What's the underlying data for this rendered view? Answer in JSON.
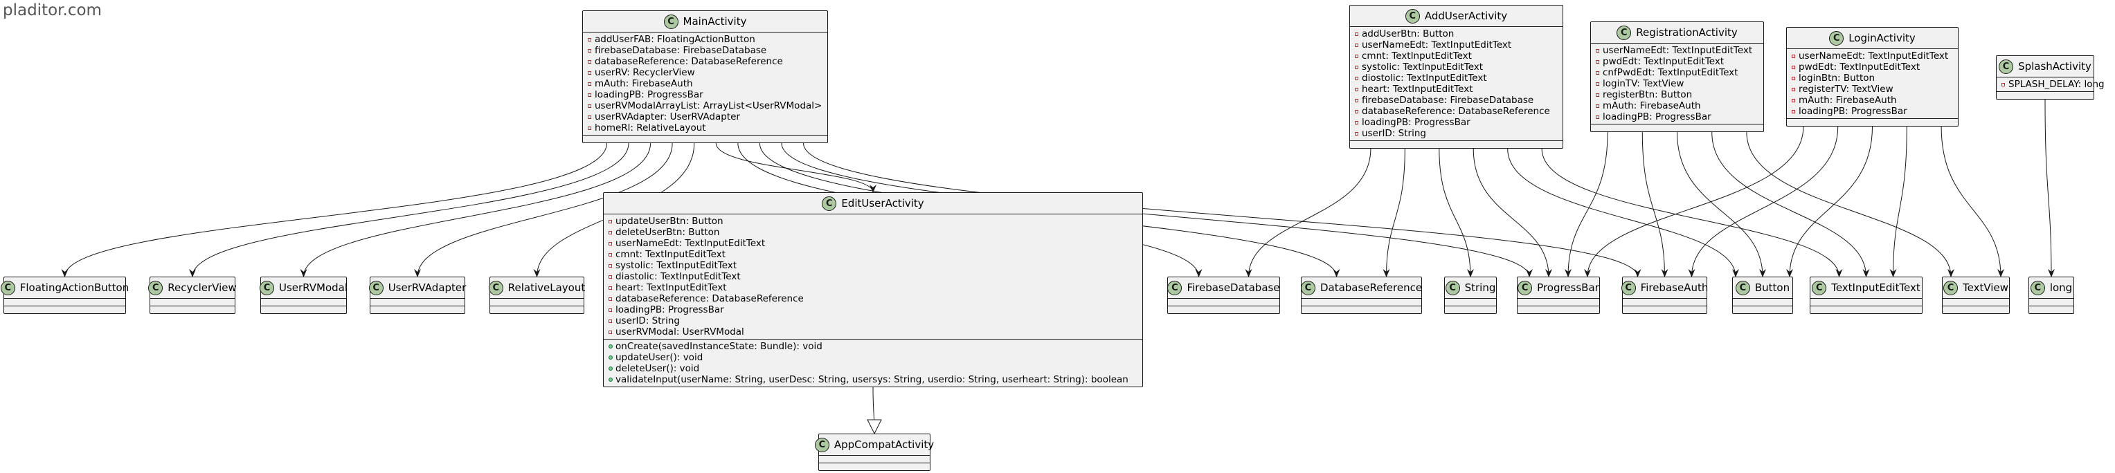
{
  "watermark": "pladitor.com",
  "classes": [
    {
      "id": "MainActivity",
      "name": "MainActivity",
      "attributes": [
        {
          "vis": "-",
          "text": "addUserFAB: FloatingActionButton"
        },
        {
          "vis": "-",
          "text": "firebaseDatabase: FirebaseDatabase"
        },
        {
          "vis": "-",
          "text": "databaseReference: DatabaseReference"
        },
        {
          "vis": "-",
          "text": "userRV: RecyclerView"
        },
        {
          "vis": "-",
          "text": "mAuth: FirebaseAuth"
        },
        {
          "vis": "-",
          "text": "loadingPB: ProgressBar"
        },
        {
          "vis": "-",
          "text": "userRVModalArrayList: ArrayList<UserRVModal>"
        },
        {
          "vis": "-",
          "text": "userRVAdapter: UserRVAdapter"
        },
        {
          "vis": "-",
          "text": "homeRl: RelativeLayout"
        }
      ],
      "methods": []
    },
    {
      "id": "AddUserActivity",
      "name": "AddUserActivity",
      "attributes": [
        {
          "vis": "-",
          "text": "addUserBtn: Button"
        },
        {
          "vis": "-",
          "text": "userNameEdt: TextInputEditText"
        },
        {
          "vis": "-",
          "text": "cmnt: TextInputEditText"
        },
        {
          "vis": "-",
          "text": "systolic: TextInputEditText"
        },
        {
          "vis": "-",
          "text": "diostolic: TextInputEditText"
        },
        {
          "vis": "-",
          "text": "heart: TextInputEditText"
        },
        {
          "vis": "-",
          "text": "firebaseDatabase: FirebaseDatabase"
        },
        {
          "vis": "-",
          "text": "databaseReference: DatabaseReference"
        },
        {
          "vis": "-",
          "text": "loadingPB: ProgressBar"
        },
        {
          "vis": "-",
          "text": "userID: String"
        }
      ],
      "methods": []
    },
    {
      "id": "RegistrationActivity",
      "name": "RegistrationActivity",
      "attributes": [
        {
          "vis": "-",
          "text": "userNameEdt: TextInputEditText"
        },
        {
          "vis": "-",
          "text": "pwdEdt: TextInputEditText"
        },
        {
          "vis": "-",
          "text": "cnfPwdEdt: TextInputEditText"
        },
        {
          "vis": "-",
          "text": "loginTV: TextView"
        },
        {
          "vis": "-",
          "text": "registerBtn: Button"
        },
        {
          "vis": "-",
          "text": "mAuth: FirebaseAuth"
        },
        {
          "vis": "-",
          "text": "loadingPB: ProgressBar"
        }
      ],
      "methods": []
    },
    {
      "id": "LoginActivity",
      "name": "LoginActivity",
      "attributes": [
        {
          "vis": "-",
          "text": "userNameEdt: TextInputEditText"
        },
        {
          "vis": "-",
          "text": "pwdEdt: TextInputEditText"
        },
        {
          "vis": "-",
          "text": "loginBtn: Button"
        },
        {
          "vis": "-",
          "text": "registerTV: TextView"
        },
        {
          "vis": "-",
          "text": "mAuth: FirebaseAuth"
        },
        {
          "vis": "-",
          "text": "loadingPB: ProgressBar"
        }
      ],
      "methods": []
    },
    {
      "id": "SplashActivity",
      "name": "SplashActivity",
      "attributes": [
        {
          "vis": "-",
          "text": "SPLASH_DELAY: long"
        }
      ],
      "methods": []
    },
    {
      "id": "EditUserActivity",
      "name": "EditUserActivity",
      "attributes": [
        {
          "vis": "-",
          "text": "updateUserBtn: Button"
        },
        {
          "vis": "-",
          "text": "deleteUserBtn: Button"
        },
        {
          "vis": "-",
          "text": "userNameEdt: TextInputEditText"
        },
        {
          "vis": "-",
          "text": "cmnt: TextInputEditText"
        },
        {
          "vis": "-",
          "text": "systolic: TextInputEditText"
        },
        {
          "vis": "-",
          "text": "diastolic: TextInputEditText"
        },
        {
          "vis": "-",
          "text": "heart: TextInputEditText"
        },
        {
          "vis": "-",
          "text": "databaseReference: DatabaseReference"
        },
        {
          "vis": "-",
          "text": "loadingPB: ProgressBar"
        },
        {
          "vis": "-",
          "text": "userID: String"
        },
        {
          "vis": "-",
          "text": "userRVModal: UserRVModal"
        }
      ],
      "methods": [
        {
          "vis": "+",
          "text": "onCreate(savedInstanceState: Bundle): void"
        },
        {
          "vis": "+",
          "text": "updateUser(): void"
        },
        {
          "vis": "+",
          "text": "deleteUser(): void"
        },
        {
          "vis": "+",
          "text": "validateInput(userName: String, userDesc: String, usersys: String, userdio: String, userheart: String): boolean"
        }
      ]
    },
    {
      "id": "AppCompatActivity",
      "name": "AppCompatActivity",
      "attributes": [],
      "methods": []
    },
    {
      "id": "FloatingActionButton",
      "name": "FloatingActionButton",
      "attributes": [],
      "methods": []
    },
    {
      "id": "RecyclerView",
      "name": "RecyclerView",
      "attributes": [],
      "methods": []
    },
    {
      "id": "UserRVModal",
      "name": "UserRVModal",
      "attributes": [],
      "methods": []
    },
    {
      "id": "UserRVAdapter",
      "name": "UserRVAdapter",
      "attributes": [],
      "methods": []
    },
    {
      "id": "RelativeLayout",
      "name": "RelativeLayout",
      "attributes": [],
      "methods": []
    },
    {
      "id": "FirebaseDatabase",
      "name": "FirebaseDatabase",
      "attributes": [],
      "methods": []
    },
    {
      "id": "DatabaseReference",
      "name": "DatabaseReference",
      "attributes": [],
      "methods": []
    },
    {
      "id": "String",
      "name": "String",
      "attributes": [],
      "methods": []
    },
    {
      "id": "ProgressBar",
      "name": "ProgressBar",
      "attributes": [],
      "methods": []
    },
    {
      "id": "FirebaseAuth",
      "name": "FirebaseAuth",
      "attributes": [],
      "methods": []
    },
    {
      "id": "Button",
      "name": "Button",
      "attributes": [],
      "methods": []
    },
    {
      "id": "TextInputEditText",
      "name": "TextInputEditText",
      "attributes": [],
      "methods": []
    },
    {
      "id": "TextView",
      "name": "TextView",
      "attributes": [],
      "methods": []
    },
    {
      "id": "long",
      "name": "long",
      "attributes": [],
      "methods": []
    }
  ],
  "relations": [
    {
      "from": "MainActivity",
      "to": "FloatingActionButton",
      "kind": "association"
    },
    {
      "from": "MainActivity",
      "to": "RecyclerView",
      "kind": "association"
    },
    {
      "from": "MainActivity",
      "to": "UserRVModal",
      "kind": "association"
    },
    {
      "from": "MainActivity",
      "to": "UserRVAdapter",
      "kind": "association"
    },
    {
      "from": "MainActivity",
      "to": "RelativeLayout",
      "kind": "association"
    },
    {
      "from": "MainActivity",
      "to": "EditUserActivity",
      "kind": "association"
    },
    {
      "from": "MainActivity",
      "to": "FirebaseDatabase",
      "kind": "association"
    },
    {
      "from": "MainActivity",
      "to": "DatabaseReference",
      "kind": "association"
    },
    {
      "from": "MainActivity",
      "to": "ProgressBar",
      "kind": "association"
    },
    {
      "from": "MainActivity",
      "to": "FirebaseAuth",
      "kind": "association"
    },
    {
      "from": "AddUserActivity",
      "to": "FirebaseDatabase",
      "kind": "association"
    },
    {
      "from": "AddUserActivity",
      "to": "DatabaseReference",
      "kind": "association"
    },
    {
      "from": "AddUserActivity",
      "to": "String",
      "kind": "association"
    },
    {
      "from": "AddUserActivity",
      "to": "ProgressBar",
      "kind": "association"
    },
    {
      "from": "AddUserActivity",
      "to": "Button",
      "kind": "association"
    },
    {
      "from": "AddUserActivity",
      "to": "TextInputEditText",
      "kind": "association"
    },
    {
      "from": "RegistrationActivity",
      "to": "ProgressBar",
      "kind": "association"
    },
    {
      "from": "RegistrationActivity",
      "to": "FirebaseAuth",
      "kind": "association"
    },
    {
      "from": "RegistrationActivity",
      "to": "Button",
      "kind": "association"
    },
    {
      "from": "RegistrationActivity",
      "to": "TextInputEditText",
      "kind": "association"
    },
    {
      "from": "RegistrationActivity",
      "to": "TextView",
      "kind": "association"
    },
    {
      "from": "LoginActivity",
      "to": "ProgressBar",
      "kind": "association"
    },
    {
      "from": "LoginActivity",
      "to": "FirebaseAuth",
      "kind": "association"
    },
    {
      "from": "LoginActivity",
      "to": "Button",
      "kind": "association"
    },
    {
      "from": "LoginActivity",
      "to": "TextInputEditText",
      "kind": "association"
    },
    {
      "from": "LoginActivity",
      "to": "TextView",
      "kind": "association"
    },
    {
      "from": "SplashActivity",
      "to": "long",
      "kind": "association"
    },
    {
      "from": "EditUserActivity",
      "to": "AppCompatActivity",
      "kind": "inheritance"
    }
  ]
}
